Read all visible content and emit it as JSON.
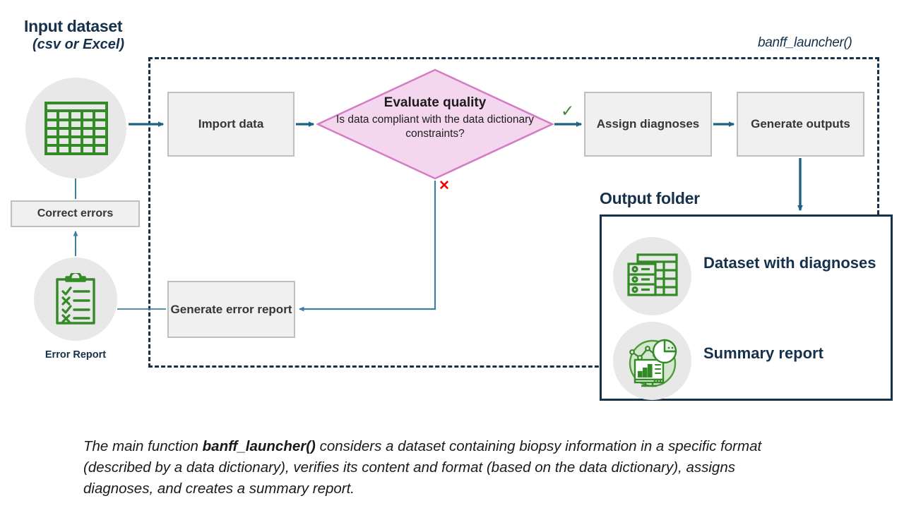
{
  "headings": {
    "input_title": "Input dataset",
    "input_subtitle": "(csv or Excel)",
    "output_title": "Output folder",
    "launcher_label": "banff_launcher()"
  },
  "process_boxes": {
    "import": "Import data",
    "assign": "Assign diagnoses",
    "generate": "Generate outputs",
    "error_report": "Generate error report",
    "correct": "Correct errors"
  },
  "decision": {
    "title": "Evaluate quality",
    "question": "Is data compliant with the data dictionary constraints?",
    "yes_mark": "✓",
    "no_mark": "✕"
  },
  "icons": {
    "dataset": "table-grid-icon",
    "error_report": "clipboard-checklist-icon",
    "output_dataset": "table-with-records-icon",
    "output_summary": "chart-dashboard-icon"
  },
  "labels": {
    "error_report": "Error Report",
    "output_dataset": "Dataset with diagnoses",
    "output_summary": "Summary report"
  },
  "caption": {
    "before": "The main function ",
    "bold": "banff_launcher()",
    "after": " considers a dataset containing biopsy information in a specific format (described by a data dictionary), verifies its content and format (based on the data dictionary), assigns diagnoses, and creates a summary report."
  },
  "colors": {
    "navy": "#15314b",
    "arrow_blue": "#1b6384",
    "thin_blue": "#3d7f9c",
    "diamond_fill": "#f4d7ef",
    "diamond_stroke": "#d47cc4",
    "box_fill": "#f0f0f0",
    "box_stroke": "#bfbfbf",
    "icon_green": "#338a26",
    "check_green": "#3c8a2e",
    "cross_red": "#ee0000",
    "circle_gray": "#e8e8e8"
  }
}
